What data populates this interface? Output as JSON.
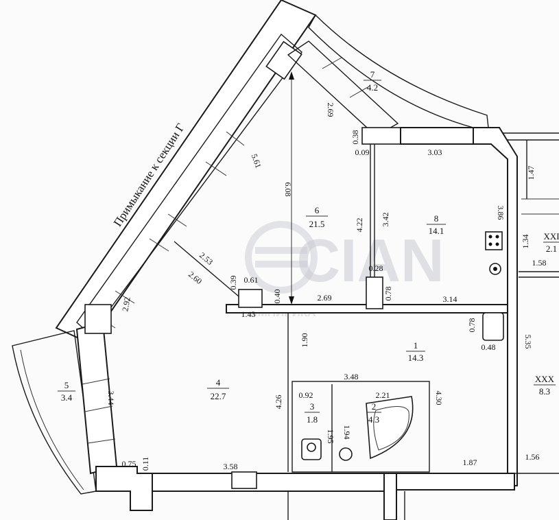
{
  "adjacency_note": "Примыкание к секции Г",
  "watermark": {
    "brand": "ЭМПИРИКА",
    "letters": "CIAN"
  },
  "rooms": [
    {
      "id": "room-1",
      "num": "1",
      "area": "14.3"
    },
    {
      "id": "room-2",
      "num": "2",
      "area": "4.3"
    },
    {
      "id": "room-3",
      "num": "3",
      "area": "1.8"
    },
    {
      "id": "room-4",
      "num": "4",
      "area": "22.7"
    },
    {
      "id": "room-5",
      "num": "5",
      "area": "3.4"
    },
    {
      "id": "room-6",
      "num": "6",
      "area": "21.5"
    },
    {
      "id": "room-7",
      "num": "7",
      "area": "4.2"
    },
    {
      "id": "room-8",
      "num": "8",
      "area": "14.1"
    },
    {
      "id": "room-xxx",
      "num": "XXX",
      "area": "8.3"
    },
    {
      "id": "room-xxi",
      "num": "XXI",
      "area": "2.1"
    }
  ],
  "dimensions": [
    "2.69",
    "0.38",
    "0.09",
    "3.03",
    "1.47",
    "5.61",
    "6.08",
    "4.22",
    "3.42",
    "3.86",
    "1.34",
    "1.58",
    "2.53",
    "2.60",
    "0.39",
    "0.61",
    "0.40",
    "0.28",
    "0.78",
    "1.43",
    "2.69",
    "3.14",
    "2.92",
    "1.90",
    "0.78",
    "0.48",
    "5.35",
    "3.48",
    "0.92",
    "2.21",
    "4.30",
    "1.95",
    "1.94",
    "3.44",
    "4.26",
    "0.75",
    "0.11",
    "3.58",
    "1.87",
    "1.56"
  ]
}
